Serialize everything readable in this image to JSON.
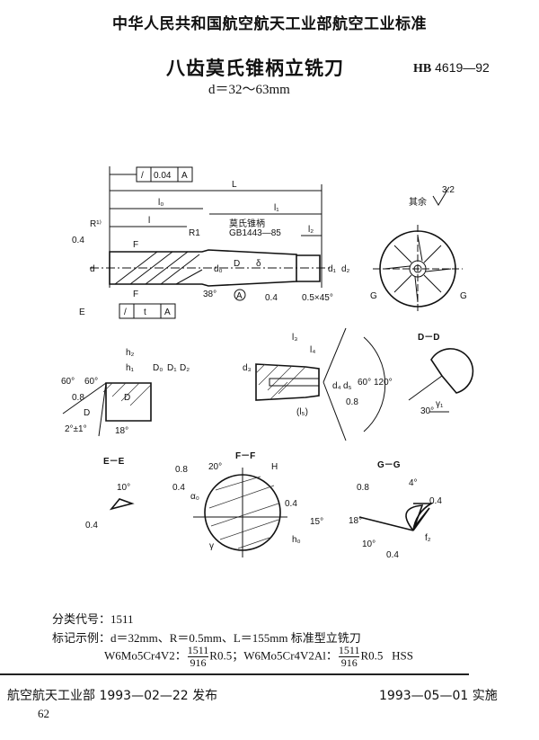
{
  "header": {
    "authority": "中华人民共和国航空航天工业部航空工业标准",
    "title": "八齿莫氏锥柄立铣刀",
    "standard_prefix": "HB",
    "standard_number": "4619—92",
    "range": "d＝32～63mm"
  },
  "drawing": {
    "main_view": {
      "runout_tol": {
        "symbol": "/",
        "value": "0.04",
        "datum": "A"
      },
      "runout_tol_2": {
        "symbol": "/",
        "value": "t",
        "datum": "A"
      },
      "L": "L",
      "l0": "l₀",
      "l": "l",
      "l1": "l₁",
      "l2": "l₂",
      "R": "R¹⁾",
      "R1": "R1",
      "taper_note_1": "莫氏锥柄",
      "taper_note_2": "GB1443—85",
      "d": "d",
      "d0": "d₀",
      "D": "D",
      "delta": "δ",
      "d1": "d₁",
      "d2": "d₂",
      "F": "F",
      "E": "E",
      "angle_38": "38°",
      "datum_A": "A",
      "rough_04": "0.4",
      "rough_04b": "0.4",
      "chamfer": "0.5×45°",
      "rest_rough_label": "其余",
      "rest_rough_value": "3.2",
      "G": "G"
    },
    "detail_tip": {
      "h2": "h₂",
      "h1": "h₁",
      "D0": "D₀",
      "D1": "D₁",
      "D2": "D₂",
      "a60a": "60°",
      "a60b": "60°",
      "r08": "0.8",
      "D": "D",
      "tol": "2°±1°",
      "a18": "18°"
    },
    "detail_center": {
      "l3": "l₃",
      "l4": "l₄",
      "l5": "(l₅)",
      "d3": "d₃",
      "d4": "d₄",
      "d5": "d₅",
      "a60": "60°",
      "a120": "120°",
      "r08": "0.8"
    },
    "section_DD": {
      "title": "D－D",
      "gamma": "γ₁",
      "a30": "30°"
    },
    "section_EE": {
      "title": "E－E",
      "a10": "10°",
      "r04": "0.4"
    },
    "section_FF": {
      "title": "F－F",
      "r08": "0.8",
      "r04": "0.4",
      "r04b": "0.4",
      "a20": "20°",
      "alpha": "α₀",
      "H": "H",
      "a15": "15°",
      "gamma": "γ",
      "h0": "h₀"
    },
    "section_GG": {
      "title": "G－G",
      "r08": "0.8",
      "a4": "4°",
      "r04": "0.4",
      "a18": "18°",
      "a10": "10°",
      "f2": "f₂",
      "r04b": "0.4"
    }
  },
  "notes": {
    "classification": "分类代号：1511",
    "example": "标记示例：d＝32mm、R＝0.5mm、L＝155mm 标准型立铣刀",
    "m1": "W6Mo5Cr4V2：",
    "m1_num": "1511",
    "m1_den": "916",
    "m1_suffix": "R0.5；W6Mo5Cr4V2Al：",
    "m2_num": "1511",
    "m2_den": "916",
    "m2_suffix": "R0.5",
    "hss": "HSS"
  },
  "footer": {
    "issued": "航空航天工业部 1993—02—22 发布",
    "effective": "1993—05—01 实施",
    "page": "62"
  }
}
